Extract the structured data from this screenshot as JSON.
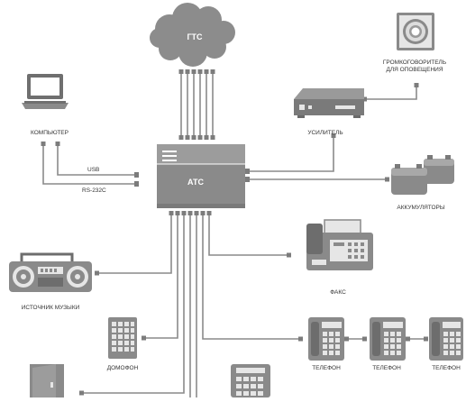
{
  "colors": {
    "line": "#8a8a8a",
    "device_dark": "#6d6d6d",
    "device_mid": "#9a9a9a",
    "device_light": "#c8c8c8",
    "device_face": "#e6e6e6",
    "node": "#7c7c7c",
    "label_text": "#333333",
    "background": "#ffffff"
  },
  "cloud": {
    "label": "ГТС",
    "icon": "cloud-icon"
  },
  "pbx": {
    "label": "АТС",
    "icon": "pbx-unit-icon"
  },
  "links": {
    "usb": "USB",
    "rs232": "RS-232C"
  },
  "devices": {
    "computer": {
      "label": "КОМПЬЮТЕР",
      "icon": "laptop-icon"
    },
    "loudspeaker": {
      "label_line1": "ГРОМКОГОВОРИТЕЛЬ",
      "label_line2": "ДЛЯ ОПОВЕЩЕНИЯ",
      "icon": "loudspeaker-icon"
    },
    "amplifier": {
      "label": "УСИЛИТЕЛЬ",
      "icon": "amplifier-icon"
    },
    "batteries": {
      "label": "АККУМУЛЯТОРЫ",
      "icon": "battery-icon"
    },
    "fax": {
      "label": "ФАКС",
      "icon": "fax-icon"
    },
    "music": {
      "label": "ИСТОЧНИК МУЗЫКИ",
      "icon": "boombox-icon"
    },
    "intercom": {
      "label": "ДОМОФОН",
      "icon": "intercom-icon"
    },
    "phone1": {
      "label": "ТЕЛЕФОН",
      "icon": "phone-icon"
    },
    "phone2": {
      "label": "ТЕЛЕФОН",
      "icon": "phone-icon"
    },
    "phone3": {
      "label": "ТЕЛЕФОН",
      "icon": "phone-icon"
    },
    "door": {
      "icon": "door-icon"
    },
    "desk_phone": {
      "icon": "desk-phone-icon"
    }
  }
}
